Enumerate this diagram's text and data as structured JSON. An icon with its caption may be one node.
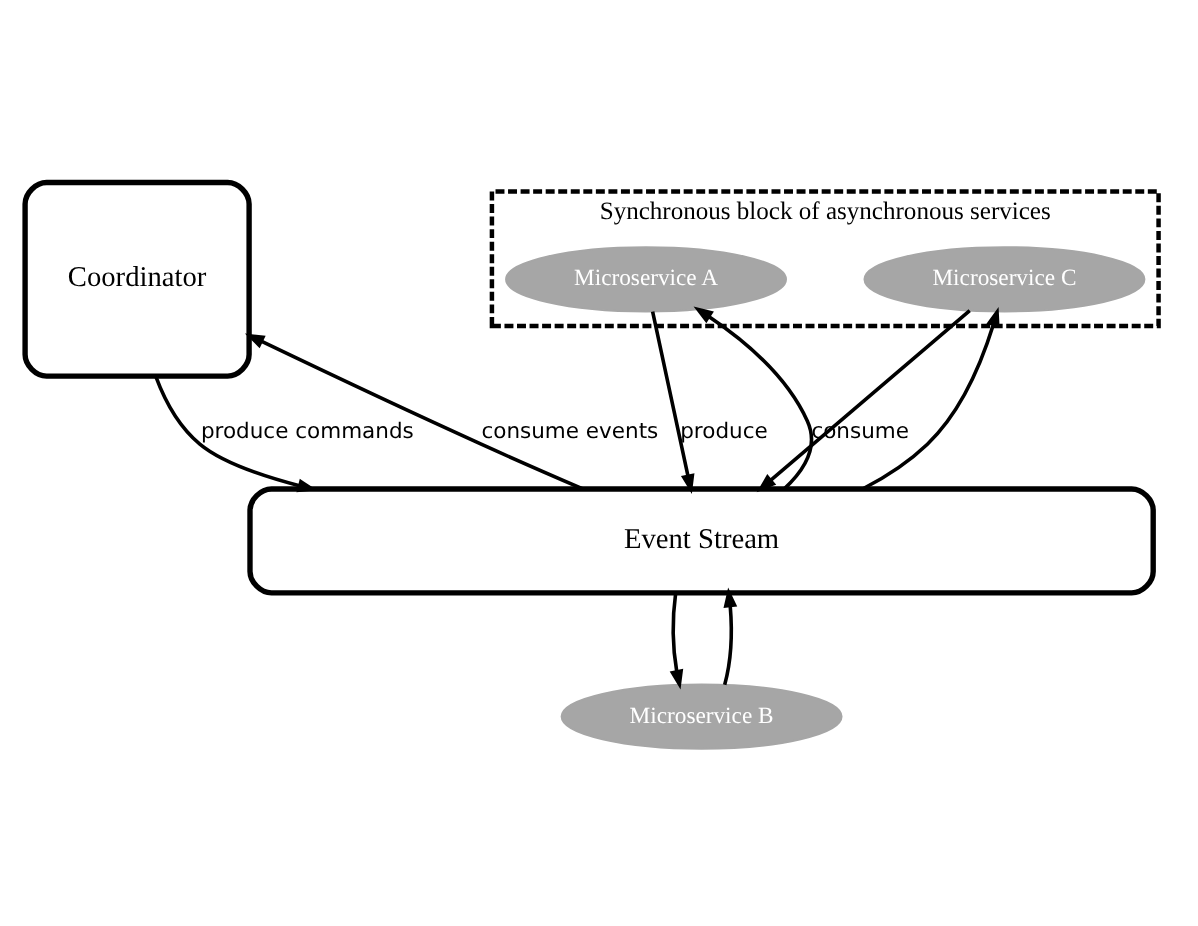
{
  "diagram": {
    "nodes": [
      {
        "text": [
          "Coordinator"
        ]
      },
      {
        "text": [
          "Synchronous block of asynchronous services"
        ]
      },
      {
        "text": [
          "Microservice A"
        ],
        "in": 1
      },
      {
        "text": [
          "Microservice C"
        ],
        "in": 1
      },
      {
        "text": [
          "Event Stream"
        ]
      },
      {
        "text": [
          "Microservice B"
        ]
      }
    ],
    "edges": [
      {
        "from": 4,
        "to": 0,
        "arrow": "to",
        "label": "consume events"
      },
      {
        "from": 0,
        "to": 4,
        "arrow": "to",
        "label": "produce commands"
      },
      {
        "from": 4,
        "to": 2,
        "arrow": "to",
        "label": "consume"
      },
      {
        "from": 2,
        "to": 4,
        "arrow": "to",
        "label": "produce"
      },
      {
        "from": 4,
        "to": 3,
        "arrow": "to"
      },
      {
        "from": 3,
        "to": 4,
        "arrow": "to"
      },
      {
        "from": 5,
        "to": 4,
        "arrow": "to"
      },
      {
        "from": 4,
        "to": 5,
        "arrow": "to"
      }
    ]
  }
}
